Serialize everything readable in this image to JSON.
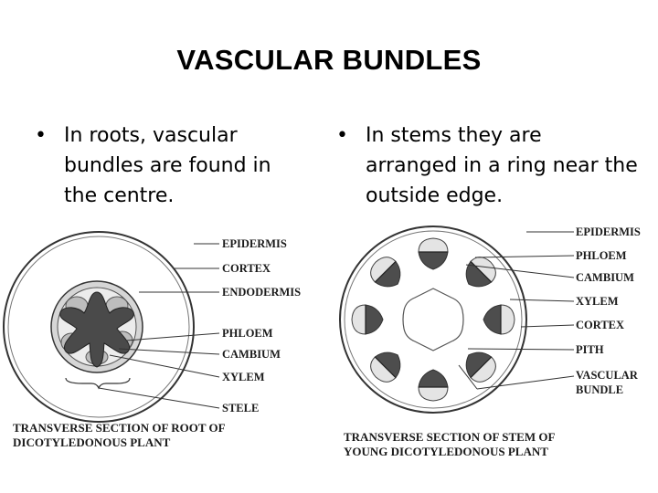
{
  "title": "VASCULAR BUNDLES",
  "left_column": {
    "bullet": "•",
    "text": "In roots, vascular bundles are found in the centre.",
    "diagram": {
      "labels": [
        "EPIDERMIS",
        "CORTEX",
        "ENDODERMIS",
        "PHLOEM",
        "CAMBIUM",
        "XYLEM",
        "STELE"
      ],
      "caption_line1": "TRANSVERSE SECTION OF ROOT OF",
      "caption_line2": "DICOTYLEDONOUS PLANT"
    }
  },
  "right_column": {
    "bullet": "•",
    "text": "In stems they are arranged in a ring near the outside edge.",
    "diagram": {
      "labels": [
        "EPIDERMIS",
        "PHLOEM",
        "CAMBIUM",
        "XYLEM",
        "CORTEX",
        "PITH"
      ],
      "label_vascular_line1": "VASCULAR",
      "label_vascular_line2": "BUNDLE",
      "caption_line1": "TRANSVERSE SECTION OF STEM OF",
      "caption_line2": "YOUNG DICOTYLEDONOUS PLANT"
    }
  }
}
